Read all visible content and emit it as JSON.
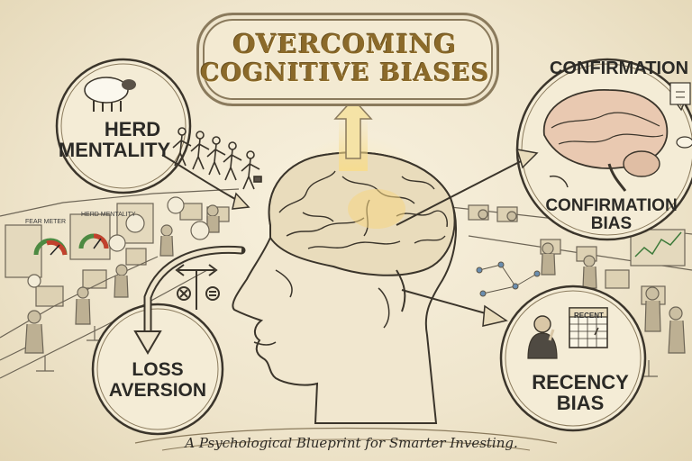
{
  "title": {
    "line1": "OVERCOMING",
    "line2": "COGNITIVE BIASES"
  },
  "bubbles": {
    "herd": {
      "line1": "HERD",
      "line2": "MENTALITY"
    },
    "confirmation": {
      "top": "CONFIRMATION",
      "line1": "CONFIRMATION",
      "line2": "BIAS"
    },
    "loss": {
      "line1": "LOSS",
      "line2": "AVERSION"
    },
    "recency": {
      "line1": "RECENCY",
      "line2": "BIAS"
    }
  },
  "meters": {
    "fear": "FEAR METER",
    "herd": "HERD MENTALITY"
  },
  "calendar_label": "RECENT",
  "subtitle": "A Psychological Blueprint for Smarter Investing.",
  "colors": {
    "ink": "#2b2a26",
    "gold": "#c9a24a",
    "paper": "#efe6cf",
    "title": "#8b6a2a"
  }
}
